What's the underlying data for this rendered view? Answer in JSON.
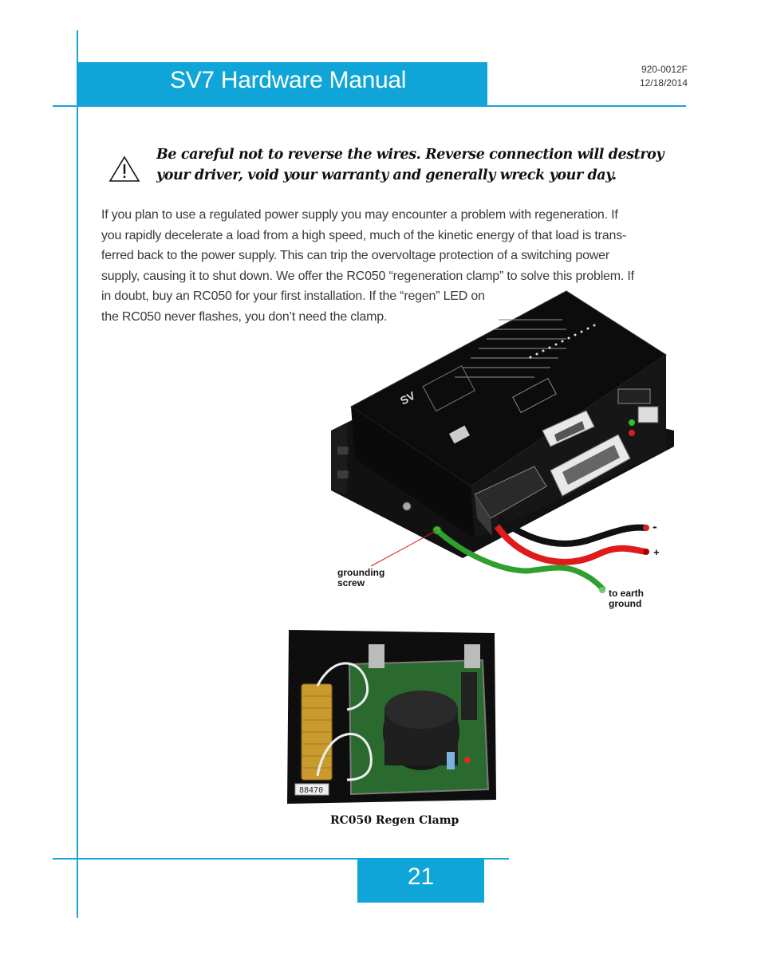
{
  "header": {
    "title": "SV7 Hardware Manual",
    "doc_number": "920-0012F",
    "date": "12/18/2014"
  },
  "warning": {
    "icon": "warning-triangle-icon",
    "text": "Be careful not to reverse the wires.  Reverse connection will destroy your driver, void your warranty and generally wreck your day."
  },
  "body": {
    "lines": [
      "If you plan to use a regulated power supply you may encounter a problem with regeneration.  If",
      "you rapidly decelerate a load from a high speed, much of the kinetic energy of that load is trans-",
      "ferred back to the power supply.  This can trip the overvoltage protection of a switching power",
      "supply, causing it to shut down.  We offer the RC050 “regeneration clamp” to solve this problem.  If",
      "in doubt, buy an RC050 for your first installation.  If the “regen” LED on",
      "the RC050 never flashes, you don’t need the clamp."
    ]
  },
  "figure_drive": {
    "label_minus": "-",
    "label_plus": "+",
    "label_grounding_1": "grounding",
    "label_grounding_2": "screw",
    "label_earth_1": "to earth",
    "label_earth_2": "ground",
    "plate_text": "SV"
  },
  "figure_clamp": {
    "caption": "RC050 Regen Clamp",
    "sticker": "88470"
  },
  "footer": {
    "page_number": "21"
  },
  "colors": {
    "accent": "#0fa5d9",
    "rule": "#1aa3d6"
  }
}
